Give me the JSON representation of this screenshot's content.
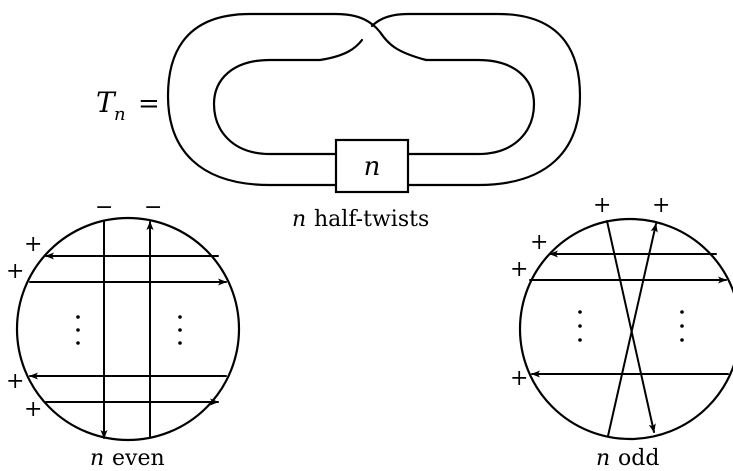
{
  "torus_label": {
    "symbol": "T",
    "subscript": "n",
    "equals": "="
  },
  "twist_box": {
    "text": "n"
  },
  "twist_caption": {
    "var": "n",
    "text": "half-twists"
  },
  "even_panel": {
    "var": "n",
    "caption": "even",
    "top_signs": [
      "−",
      "−"
    ],
    "side_signs": [
      "+",
      "+",
      "+",
      "+"
    ]
  },
  "odd_panel": {
    "var": "n",
    "caption": "odd",
    "top_signs": [
      "+",
      "+"
    ],
    "side_signs": [
      "+",
      "+",
      "+"
    ]
  }
}
